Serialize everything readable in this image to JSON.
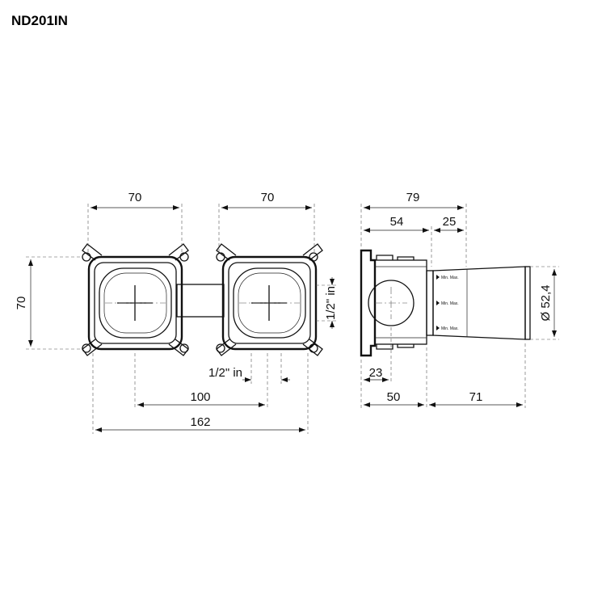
{
  "title": "ND201IN",
  "front_view": {
    "width_left": "70",
    "width_right": "70",
    "height": "70",
    "pipe_vertical": "1/2\" in",
    "pipe_horizontal": "1/2\" in",
    "distance_100": "100",
    "overall_162": "162"
  },
  "side_view": {
    "total_79": "79",
    "dim_54": "54",
    "dim_25": "25",
    "dim_23": "23",
    "dim_50": "50",
    "dim_71": "71",
    "diameter": "Ø 52,4",
    "marks": [
      "Min. Max.",
      "Min. Max.",
      "Min. Max."
    ]
  },
  "colors": {
    "line": "#111111",
    "background": "#ffffff"
  }
}
